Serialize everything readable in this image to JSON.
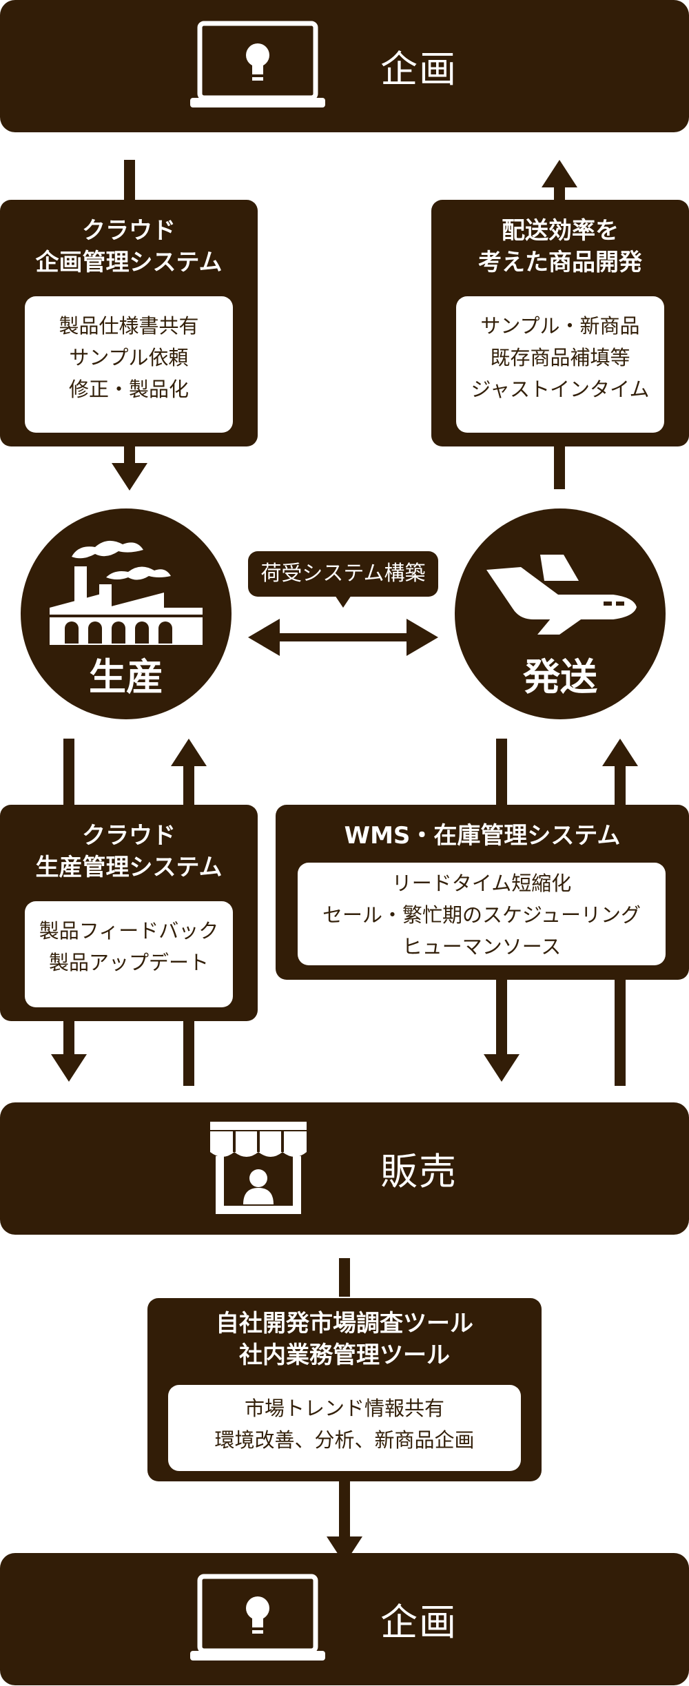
{
  "top_band": {
    "label": "企画",
    "icon": "laptop-lightbulb-icon"
  },
  "cloud_planning": {
    "title_lines": [
      "クラウド",
      "企画管理システム"
    ],
    "items": [
      "製品仕様書共有",
      "サンプル依頼",
      "修正・製品化"
    ]
  },
  "delivery_development": {
    "title_lines": [
      "配送効率を",
      "考えた商品開発"
    ],
    "items": [
      "サンプル・新商品",
      "既存商品補填等",
      "ジャストインタイム"
    ]
  },
  "production": {
    "label": "生産",
    "icon": "factory-icon"
  },
  "shipping": {
    "label": "発送",
    "icon": "airplane-icon"
  },
  "link": {
    "label": "荷受システム構築",
    "icon": "double-arrow-icon"
  },
  "cloud_production": {
    "title_lines": [
      "クラウド",
      "生産管理システム"
    ],
    "items": [
      "製品フィードバック",
      "製品アップデート"
    ]
  },
  "wms": {
    "title": "WMS・在庫管理システム",
    "items": [
      "リードタイム短縮化",
      "セール・繁忙期のスケジューリング",
      "ヒューマンソース"
    ]
  },
  "sales_band": {
    "label": "販売",
    "icon": "storefront-icon"
  },
  "market_tools": {
    "title_lines": [
      "自社開発市場調査ツール",
      "社内業務管理ツール"
    ],
    "items": [
      "市場トレンド情報共有",
      "環境改善、分析、新商品企画"
    ]
  },
  "bottom_band": {
    "label": "企画",
    "icon": "laptop-lightbulb-icon"
  },
  "colors": {
    "dark_brown": "#321d07",
    "text_brown": "#33200a",
    "white": "#ffffff"
  }
}
